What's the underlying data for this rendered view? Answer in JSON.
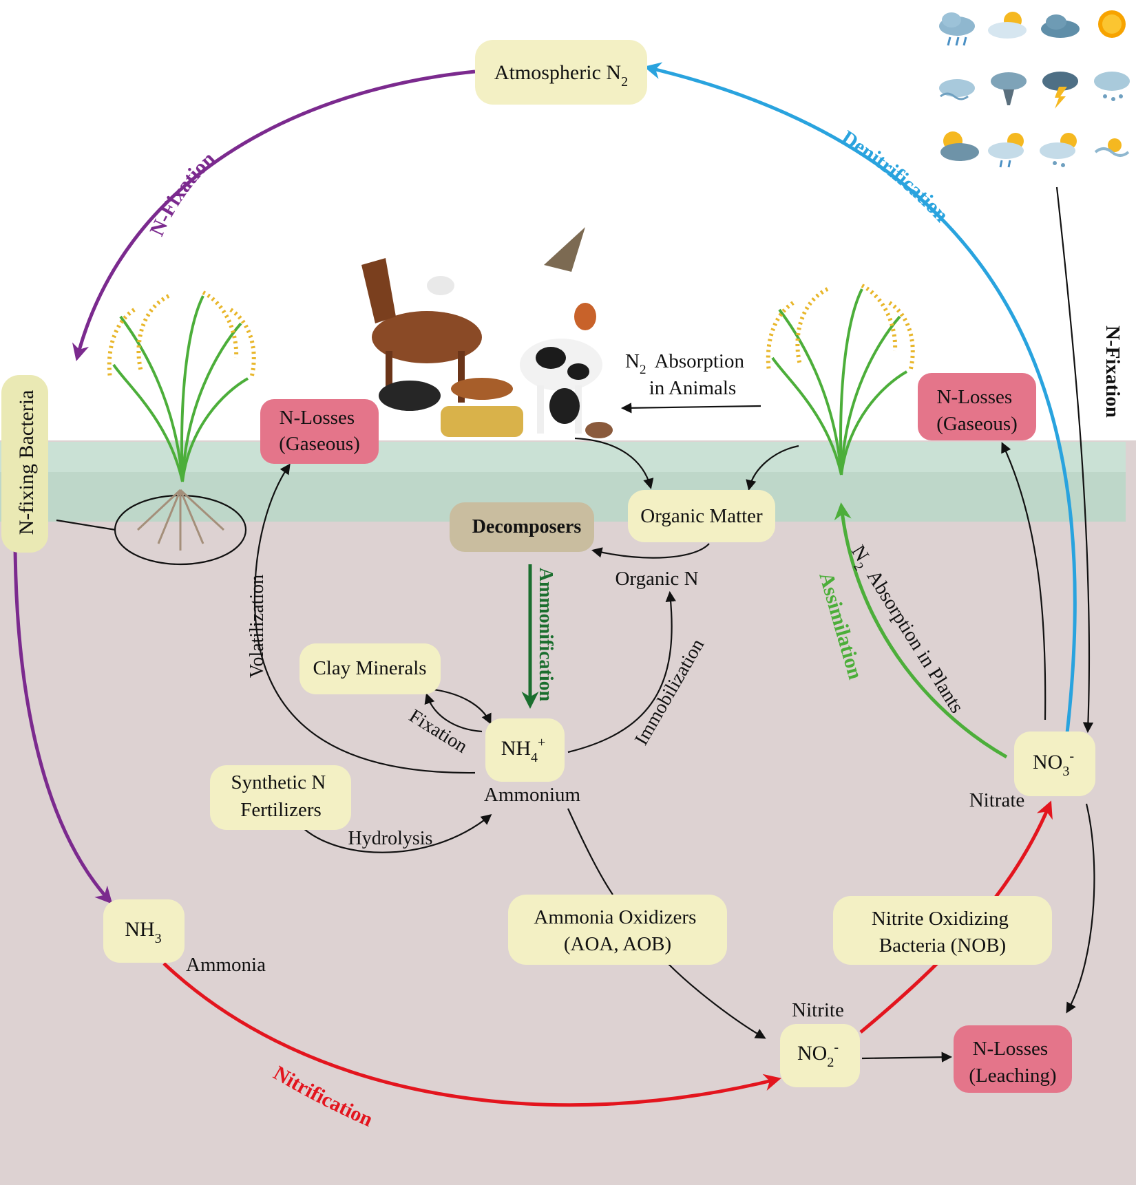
{
  "boxes": {
    "atmospheric_n2": {
      "main": "Atmospheric N",
      "sub": "2"
    },
    "n_fixing_bacteria": "N-fixing Bacteria",
    "n_losses_gaseous_left": {
      "line1": "N-Losses",
      "line2": "(Gaseous)"
    },
    "n_losses_gaseous_right": {
      "line1": "N-Losses",
      "line2": "(Gaseous)"
    },
    "decomposers": "Decomposers",
    "organic_matter": "Organic Matter",
    "clay_minerals": "Clay Minerals",
    "synthetic_fertilizers": {
      "line1": "Synthetic N",
      "line2": "Fertilizers"
    },
    "nh4": {
      "main": "NH",
      "sub": "4",
      "sup": "+"
    },
    "nh3": {
      "main": "NH",
      "sub": "3"
    },
    "ammonia_oxidizers": {
      "line1": "Ammonia Oxidizers",
      "line2": "(AOA, AOB)"
    },
    "nitrite_oxidizers": {
      "line1": "Nitrite Oxidizing",
      "line2": "Bacteria (NOB)"
    },
    "no2": {
      "main": "NO",
      "sub": "2",
      "sup": "-"
    },
    "no3": {
      "main": "NO",
      "sub": "3",
      "sup": "-"
    },
    "n_losses_leaching": {
      "line1": "N-Losses",
      "line2": "(Leaching)"
    }
  },
  "labels": {
    "ammonium": "Ammonium",
    "ammonia": "Ammonia",
    "nitrite": "Nitrite",
    "nitrate": "Nitrate",
    "organic_n": "Organic N",
    "hydrolysis": "Hydrolysis",
    "fixation": "Fixation",
    "volatilization": "Volatilization",
    "immobilization": "Immobilization",
    "absorption_animals": {
      "n": "N",
      "sub": "2",
      "rest": "Absorption",
      "line2": "in Animals"
    },
    "absorption_plants": {
      "n": "N",
      "sub": "2",
      "rest": "Absorption in Plants"
    }
  },
  "processes": {
    "n_fixation_left": "N-Fixation",
    "denitrification": "Denitrification",
    "n_fixation_right": "N-Fixation",
    "ammonification": "Ammonification",
    "assimilation": "Assimilation",
    "nitrification": "Nitrification"
  },
  "colors": {
    "n_fixation": "#7b2a8e",
    "denitrification": "#29a3de",
    "ammonification": "#1a6e2e",
    "assimilation": "#4cae3a",
    "nitrification": "#e3151e",
    "box_yellow": "#f3f0c4",
    "box_pink": "#e4758a",
    "box_tan": "#c9bd9f",
    "soil": "#ddd2d2",
    "surface_band": "#b9d8c8"
  },
  "weather_icons": [
    "rain-cloud-icon",
    "sun-cloud-icon",
    "cloud-icon",
    "sun-icon",
    "snow-wind-icon",
    "tornado-icon",
    "thunder-cloud-icon",
    "snow-cloud-icon",
    "sun-cloud-icon",
    "sun-rain-icon",
    "sun-snow-icon",
    "sun-wind-icon"
  ]
}
